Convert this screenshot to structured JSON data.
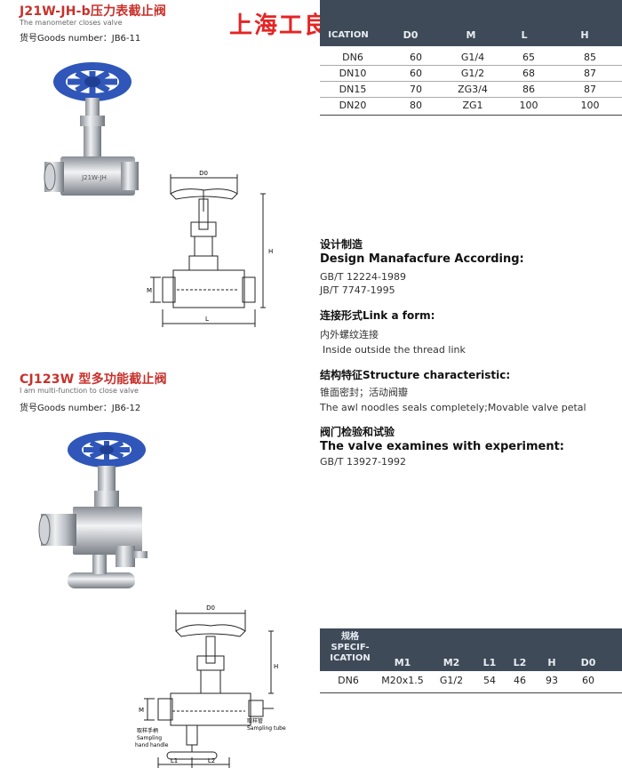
{
  "brand": "上海工良阀门",
  "product1": {
    "title": "J21W-JH-b压力表截止阀",
    "subtitle": "The manometer closes valve",
    "goods": "货号Goods number：JB6-11",
    "stamp": "J21W-JH"
  },
  "product2": {
    "title": "CJ123W 型多功能截止阀",
    "subtitle": "I am multi-function to close valve",
    "goods": "货号Goods number：JB6-12"
  },
  "table1": {
    "header": {
      "spec_word": "ICATION",
      "cols": [
        "D0",
        "M",
        "L",
        "H"
      ]
    },
    "rows": [
      [
        "DN6",
        "60",
        "G1/4",
        "65",
        "85"
      ],
      [
        "DN10",
        "60",
        "G1/2",
        "68",
        "87"
      ],
      [
        "DN15",
        "70",
        "ZG3/4",
        "86",
        "87"
      ],
      [
        "DN20",
        "80",
        "ZG1",
        "100",
        "100"
      ]
    ]
  },
  "table2": {
    "header": {
      "spec_lines": [
        "规格",
        "SPECIF-",
        "ICATION"
      ],
      "cols": [
        "M1",
        "M2",
        "L1",
        "L2",
        "H",
        "D0"
      ]
    },
    "rows": [
      [
        "DN6",
        "M20x1.5",
        "G1/2",
        "54",
        "46",
        "93",
        "60"
      ]
    ]
  },
  "sections": [
    {
      "cn": "设计制造",
      "en": "Design Manafacfure According:",
      "lines": [
        "GB/T 12224-1989",
        "JB/T 7747-1995"
      ]
    },
    {
      "cn": "连接形式Link a form:",
      "en": "",
      "lines": [
        "内外螺纹连接",
        "Inside outside the thread link"
      ]
    },
    {
      "cn": "结构特征Structure characteristic:",
      "en": "",
      "lines": [
        "锥面密封；活动阀瓣",
        "The awl noodles seals completely;Movable valve petal"
      ]
    },
    {
      "cn": "阀门检验和试验",
      "en": "The valve examines with experiment:",
      "lines": [
        "GB/T 13927-1992"
      ]
    }
  ],
  "diagram1": {
    "d0": "D0",
    "h": "H",
    "m": "M",
    "l": "L"
  },
  "diagram2": {
    "d0": "D0",
    "h": "H",
    "m": "M",
    "l1": "L1",
    "l2": "L2",
    "handle_cn": "取样手柄",
    "handle_en1": "Sampling",
    "handle_en2": "hand handle",
    "tube_cn": "取样管",
    "tube_en": "Sampling tube"
  },
  "colors": {
    "title_red": "#c8312b",
    "brand_red": "#e52424",
    "header_bg": "#3f4a58",
    "handwheel_blue": "#2f56b8"
  }
}
